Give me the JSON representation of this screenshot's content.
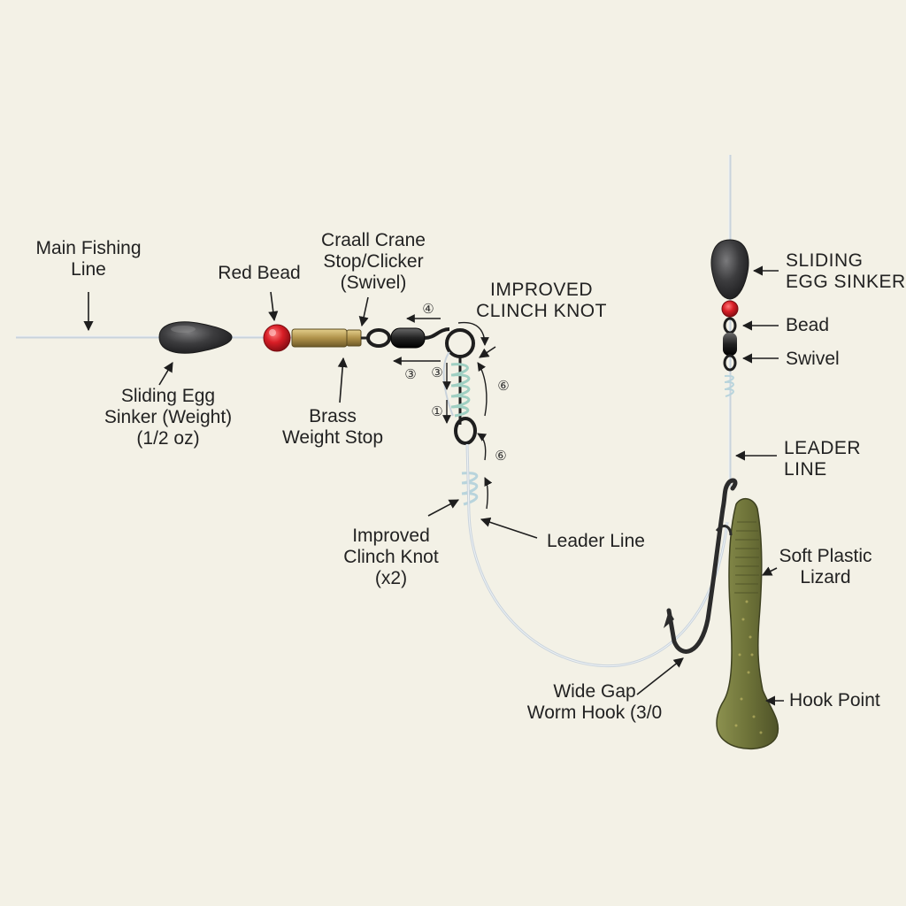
{
  "labels": {
    "main_line": [
      "Main Fishing",
      "Line"
    ],
    "red_bead": "Red Bead",
    "crane_swivel": [
      "Craall Crane",
      "Stop/Clicker",
      "(Swivel)"
    ],
    "improved_clinch_top": [
      "IMPROVED",
      "CLINCH KNOT"
    ],
    "sliding_sinker_left": [
      "Sliding Egg",
      "Sinker (Weight)",
      "(1/2 oz)"
    ],
    "brass_stop": [
      "Brass",
      "Weight Stop"
    ],
    "improved_clinch_x2": [
      "Improved",
      "Clinch Knot",
      "(x2)"
    ],
    "leader_line_mid": "Leader Line",
    "hook": [
      "Wide Gap",
      "Worm Hook (3/0"
    ],
    "sliding_sinker_right": [
      "SLIDING",
      "EGG SINKER"
    ],
    "bead": "Bead",
    "swivel": "Swivel",
    "leader_line_right": [
      "LEADER",
      "LINE"
    ],
    "soft_plastic": [
      "Soft Plastic",
      "Lizard"
    ],
    "hook_point": "Hook Point"
  },
  "steps": {
    "s4": "④",
    "s3a": "③",
    "s3b": "③",
    "s6a": "⑥",
    "s1": "①",
    "s6b": "⑥"
  },
  "colors": {
    "background": "#f3f1e6",
    "line": "#c9d3dc",
    "sinker": "#3a3a3c",
    "bead": "#d0202a",
    "brass": "#b59a52",
    "swivel": "#2a2a2a",
    "lizard": "#6e7339",
    "knot": "#a8d0c4"
  }
}
